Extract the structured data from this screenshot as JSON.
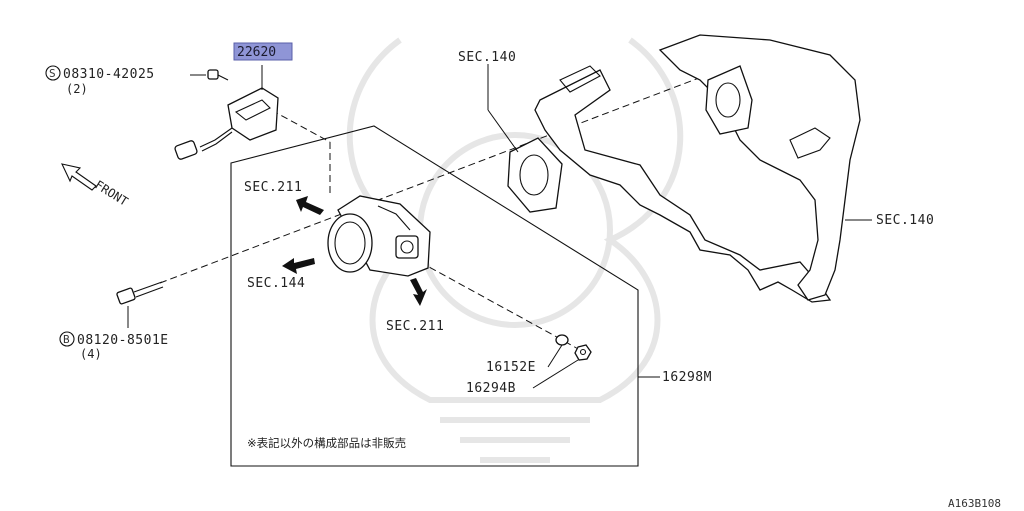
{
  "diagram": {
    "part_highlight": "22620",
    "highlight_color": "#8f95d6",
    "screw_ref": {
      "symbol": "S",
      "number": "08310-42025",
      "qty": "(2)"
    },
    "bolt_ref": {
      "symbol": "B",
      "number": "08120-8501E",
      "qty": "(4)"
    },
    "front_label": "FRONT",
    "sec_labels": {
      "sec140_top": "SEC.140",
      "sec140_right": "SEC.140",
      "sec211_upper": "SEC.211",
      "sec144": "SEC.144",
      "sec211_lower": "SEC.211"
    },
    "parts": {
      "p16152E": "16152E",
      "p16294B": "16294B",
      "p16298M": "16298M"
    },
    "note": "※表記以外の構成部品は非販売",
    "figure_code": "A163B108"
  }
}
